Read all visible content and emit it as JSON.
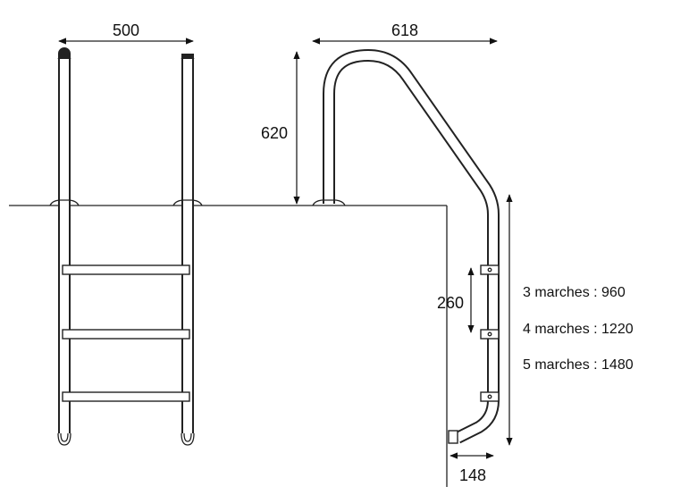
{
  "dimensions": {
    "front_width": "500",
    "side_reach": "618",
    "handrail_height": "620",
    "step_spacing": "260",
    "wall_offset": "148"
  },
  "step_lengths": [
    "3 marches : 960",
    "4 marches : 1220",
    "5 marches : 1480"
  ]
}
